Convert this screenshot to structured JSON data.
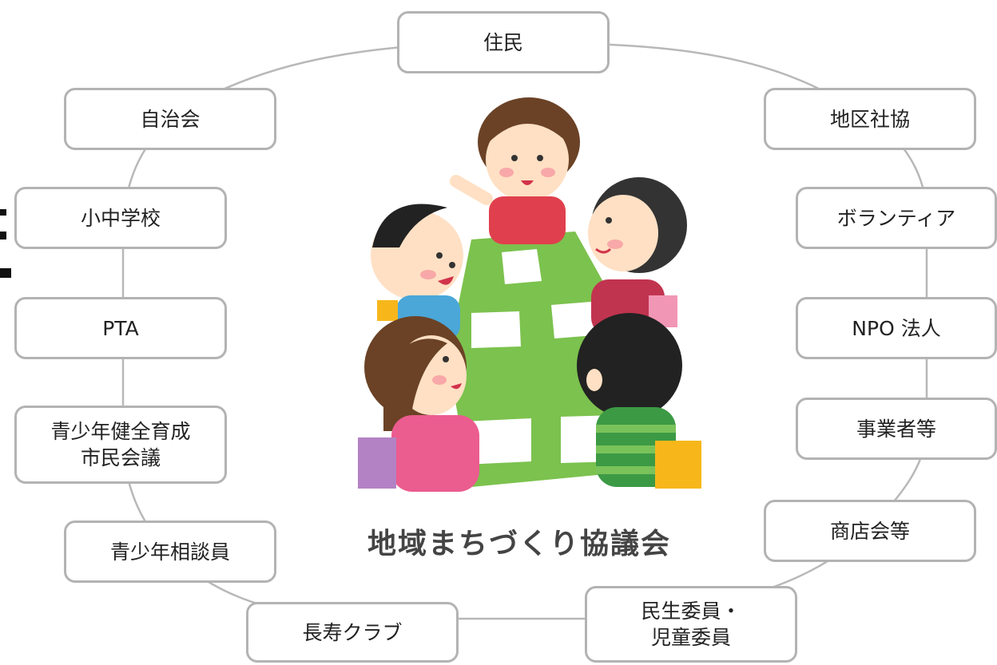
{
  "title": "地域まちづくり協議会",
  "nodes": {
    "jumin": "住民",
    "jichikai": "自治会",
    "shochu_gakko": "小中学校",
    "pta": "PTA",
    "seishonen_ikusei": "青少年健全育成\n市民会議",
    "seishonen_sodanin": "青少年相談員",
    "chouju_club": "長寿クラブ",
    "minsei_iin": "民生委員・\n児童委員",
    "shotenkai": "商店会等",
    "jigyosha": "事業者等",
    "npo": "NPO 法人",
    "volunteer": "ボランティア",
    "chiku_shakyo": "地区社協"
  },
  "colors": {
    "node_border": "#b3b3b3",
    "connector": "#b8b8b8",
    "title_text": "#444444",
    "table_green": "#7cc24e"
  },
  "illustration": {
    "name": "meeting-illustration",
    "people": [
      "woman-top",
      "boy-left",
      "man-right",
      "girl-bottom-left",
      "boy-bottom-right"
    ]
  }
}
